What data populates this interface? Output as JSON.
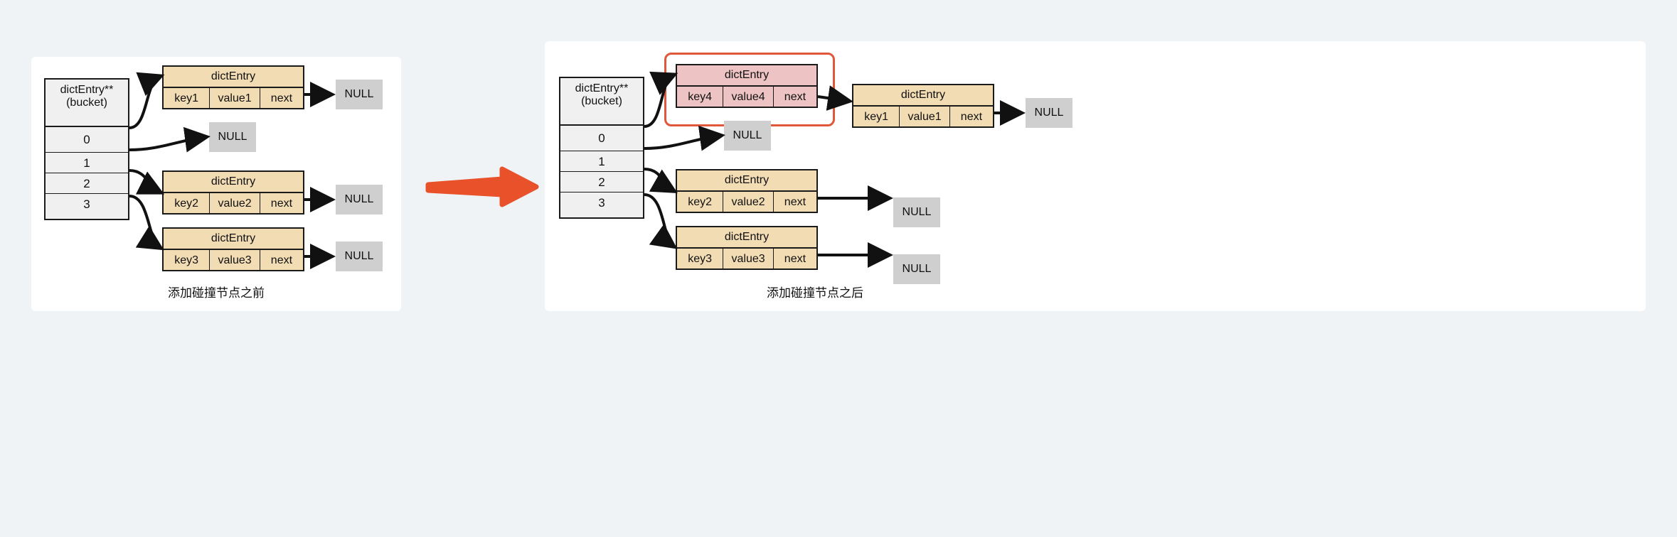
{
  "background_color": "#eff3f6",
  "panel_color": "#ffffff",
  "colors": {
    "node_fill": "#f2dcb3",
    "node_highlight_fill": "#edc3c3",
    "highlight_border": "#e0573a",
    "null_fill": "#cfcfcf",
    "bucket_fill": "#f0f0f0",
    "stroke": "#1a1a1a",
    "big_arrow": "#e8512a"
  },
  "panels": [
    {
      "id": "before",
      "caption": "添加碰撞节点之前",
      "bucket": {
        "title_line1": "dictEntry**",
        "title_line2": "(bucket)",
        "slots": [
          "0",
          "1",
          "2",
          "3"
        ]
      },
      "nodes": [
        {
          "title": "dictEntry",
          "key": "key1",
          "value": "value1",
          "next": "next",
          "highlight": false
        },
        {
          "title": "dictEntry",
          "key": "key2",
          "value": "value2",
          "next": "next",
          "highlight": false
        },
        {
          "title": "dictEntry",
          "key": "key3",
          "value": "value3",
          "next": "next",
          "highlight": false
        }
      ],
      "nulls": [
        "NULL",
        "NULL",
        "NULL",
        "NULL"
      ]
    },
    {
      "id": "after",
      "caption": "添加碰撞节点之后",
      "bucket": {
        "title_line1": "dictEntry**",
        "title_line2": "(bucket)",
        "slots": [
          "0",
          "1",
          "2",
          "3"
        ]
      },
      "nodes": [
        {
          "title": "dictEntry",
          "key": "key4",
          "value": "value4",
          "next": "next",
          "highlight": true
        },
        {
          "title": "dictEntry",
          "key": "key1",
          "value": "value1",
          "next": "next",
          "highlight": false
        },
        {
          "title": "dictEntry",
          "key": "key2",
          "value": "value2",
          "next": "next",
          "highlight": false
        },
        {
          "title": "dictEntry",
          "key": "key3",
          "value": "value3",
          "next": "next",
          "highlight": false
        }
      ],
      "nulls": [
        "NULL",
        "NULL",
        "NULL",
        "NULL"
      ]
    }
  ]
}
